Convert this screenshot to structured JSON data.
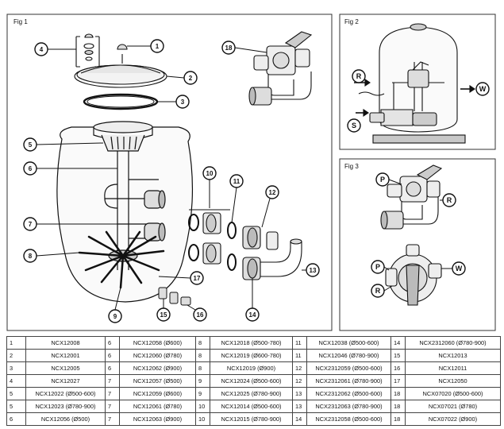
{
  "figures": {
    "fig1": {
      "title": "Fig 1",
      "callouts": [
        "1",
        "2",
        "3",
        "4",
        "5",
        "6",
        "7",
        "8",
        "9",
        "10",
        "11",
        "12",
        "13",
        "14",
        "15",
        "16",
        "17",
        "18"
      ]
    },
    "fig2": {
      "title": "Fig 2",
      "callouts": [
        "R",
        "W",
        "S"
      ]
    },
    "fig3": {
      "title": "Fig 3",
      "callouts": [
        "P",
        "R",
        "P",
        "W",
        "R"
      ]
    }
  },
  "parts_table": {
    "rows": [
      [
        [
          "1",
          "NCX12008"
        ],
        [
          "6",
          "NCX12058 (Ø600)"
        ],
        [
          "8",
          "NCX12018 (Ø500-780)"
        ],
        [
          "11",
          "NCX12038 (Ø500-600)"
        ],
        [
          "14",
          "NCX2312060 (Ø780-900)"
        ]
      ],
      [
        [
          "2",
          "NCX12001"
        ],
        [
          "6",
          "NCX12060 (Ø780)"
        ],
        [
          "8",
          "NCX12019 (Ø600-780)"
        ],
        [
          "11",
          "NCX12046 (Ø780-900)"
        ],
        [
          "15",
          "NCX12013"
        ]
      ],
      [
        [
          "3",
          "NCX12005"
        ],
        [
          "6",
          "NCX12062 (Ø900)"
        ],
        [
          "8",
          "NCX12019 (Ø900)"
        ],
        [
          "12",
          "NCX2312059 (Ø500-600)"
        ],
        [
          "16",
          "NCX12011"
        ]
      ],
      [
        [
          "4",
          "NCX12027"
        ],
        [
          "7",
          "NCX12057 (Ø500)"
        ],
        [
          "9",
          "NCX12024 (Ø500-600)"
        ],
        [
          "12",
          "NCX2312061 (Ø780-900)"
        ],
        [
          "17",
          "NCX12050"
        ]
      ],
      [
        [
          "5",
          "NCX12022 (Ø500-600)"
        ],
        [
          "7",
          "NCX12059 (Ø600)"
        ],
        [
          "9",
          "NCX12025 (Ø780-900)"
        ],
        [
          "13",
          "NCX2312062 (Ø500-600)"
        ],
        [
          "18",
          "NCX07020 (Ø500-600)"
        ]
      ],
      [
        [
          "5",
          "NCX12023 (Ø780-900)"
        ],
        [
          "7",
          "NCX12061 (Ø780)"
        ],
        [
          "10",
          "NCX12014 (Ø500-600)"
        ],
        [
          "13",
          "NCX2312063 (Ø780-900)"
        ],
        [
          "18",
          "NCX07021 (Ø780)"
        ]
      ],
      [
        [
          "6",
          "NCX12056 (Ø500)"
        ],
        [
          "7",
          "NCX12063 (Ø900)"
        ],
        [
          "10",
          "NCX12015 (Ø780-900)"
        ],
        [
          "14",
          "NCX2312058 (Ø500-600)"
        ],
        [
          "18",
          "NCX07022 (Ø900)"
        ]
      ]
    ]
  }
}
